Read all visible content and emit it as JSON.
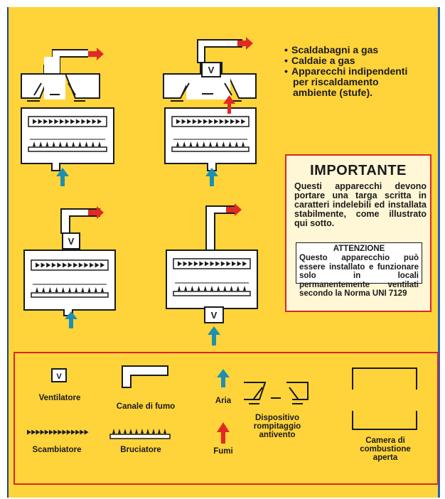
{
  "bullets": [
    {
      "line1": "Scaldabagni a gas",
      "line2": ""
    },
    {
      "line1": "Caldaie a gas",
      "line2": ""
    },
    {
      "line1": "Apparecchi indipendenti",
      "line2": "per riscaldamento",
      "line3": "ambiente (stufe)."
    }
  ],
  "important": {
    "title": "IMPORTANTE",
    "body": "Questi apparecchi devono portare una targa scritta in caratteri indelebili ed installata stabilmente, come illustrato qui sotto.",
    "attention_title": "ATTENZIONE",
    "attention_body": "Questo apparecchio può essere installato e funzionare solo in locali permanentemente ventilati secondo la Norma UNI 7129"
  },
  "diagram_labels": {
    "fan": "V"
  },
  "legend": {
    "ventilatore": "Ventilatore",
    "canale": "Canale di fumo",
    "aria": "Aria",
    "dispositivo": "Dispositivo rompitaggio antivento",
    "scambiatore": "Scambiatore",
    "bruciatore": "Bruciatore",
    "fumi": "Fumi",
    "camera": "Camera di combustione aperta"
  },
  "colors": {
    "background": "#ffd43a",
    "red_arrow": "#e02a24",
    "blue_arrow": "#1e8fb0",
    "frame_red": "#d8262a",
    "line": "#1a1a1a"
  }
}
